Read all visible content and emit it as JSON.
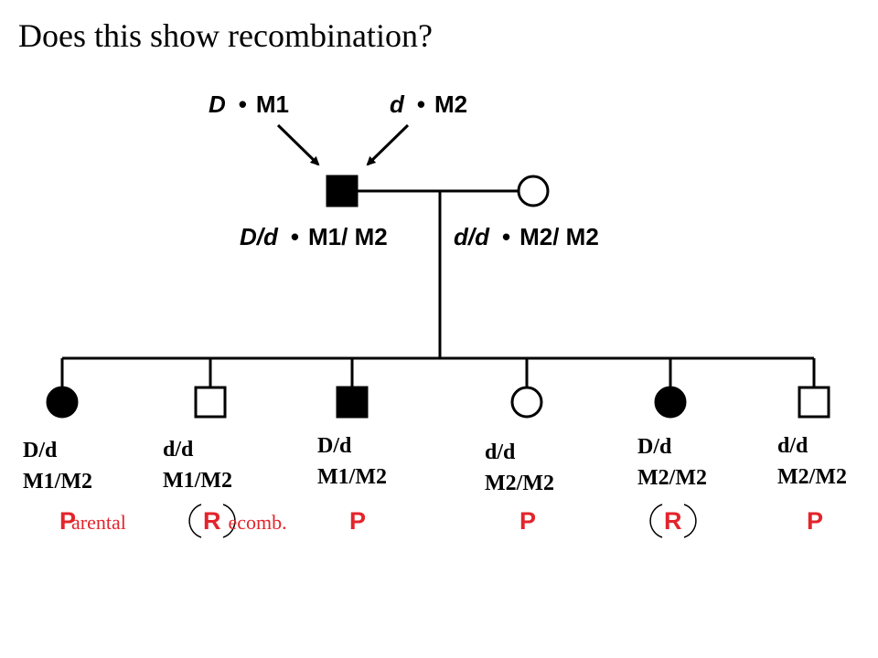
{
  "title": "Does this show recombination?",
  "father_haplotypes": {
    "left": {
      "allele": "D",
      "marker": "M1"
    },
    "right": {
      "allele": "d",
      "marker": "M2"
    }
  },
  "parents": {
    "father": {
      "allele": "D/d",
      "marker": "M1/ M2",
      "affected": true,
      "sex": "male"
    },
    "mother": {
      "allele": "d/d",
      "marker": "M2/ M2",
      "affected": false,
      "sex": "female"
    }
  },
  "dot": "•",
  "children": [
    {
      "genotype": "D/d",
      "markers": "M1/M2",
      "sex": "female",
      "affected": true,
      "class": "P",
      "class_suffix": "arental",
      "circled": false
    },
    {
      "genotype": "d/d",
      "markers": "M1/M2",
      "sex": "male",
      "affected": false,
      "class": "R",
      "class_suffix": "ecomb.",
      "circled": true
    },
    {
      "genotype": "D/d",
      "markers": "M1/M2",
      "sex": "male",
      "affected": true,
      "class": "P",
      "class_suffix": "",
      "circled": false
    },
    {
      "genotype": "d/d",
      "markers": "M2/M2",
      "sex": "female",
      "affected": false,
      "class": "P",
      "class_suffix": "",
      "circled": false
    },
    {
      "genotype": "D/d",
      "markers": "M2/M2",
      "sex": "female",
      "affected": true,
      "class": "R",
      "class_suffix": "",
      "circled": true
    },
    {
      "genotype": "d/d",
      "markers": "M2/M2",
      "sex": "male",
      "affected": false,
      "class": "P",
      "class_suffix": "",
      "circled": false
    }
  ],
  "colors": {
    "line": "#000000",
    "tag": "#e3242b",
    "background": "#ffffff"
  }
}
